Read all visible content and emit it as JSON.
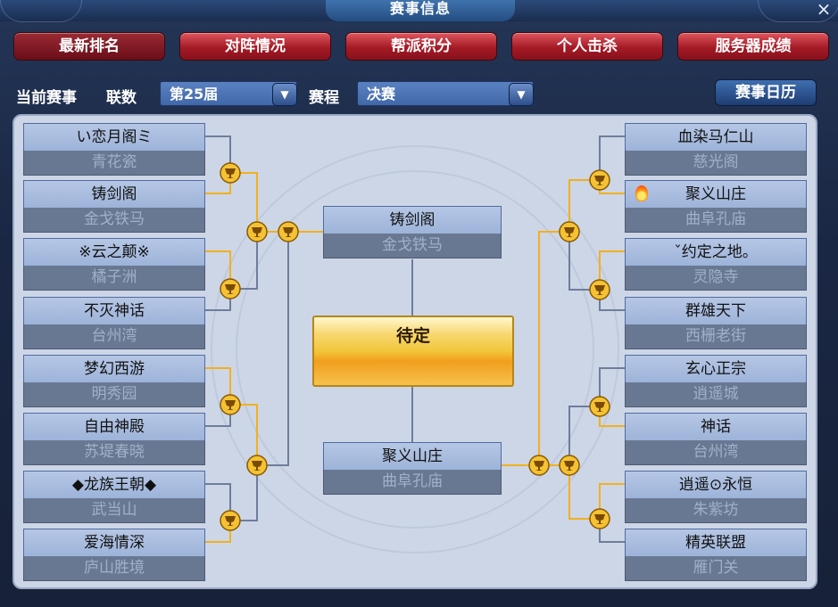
{
  "window": {
    "title": "赛事信息",
    "close_icon": "×"
  },
  "tabs": [
    {
      "label": "最新排名",
      "active": true
    },
    {
      "label": "对阵情况",
      "active": false
    },
    {
      "label": "帮派积分",
      "active": false
    },
    {
      "label": "个人击杀",
      "active": false
    },
    {
      "label": "服务器成绩",
      "active": false
    }
  ],
  "filters": {
    "current_label": "当前赛事",
    "league_label": "联数",
    "league_value": "第25届",
    "stage_label": "赛程",
    "stage_value": "决赛",
    "calendar_button": "赛事日历"
  },
  "bracket": {
    "left": [
      {
        "name": "い恋月阁ミ",
        "server": "青花瓷"
      },
      {
        "name": "铸剑阁",
        "server": "金戈铁马"
      },
      {
        "name": "※云之颠※",
        "server": "橘子洲"
      },
      {
        "name": "不灭神话",
        "server": "台州湾"
      },
      {
        "name": "梦幻西游",
        "server": "明秀园"
      },
      {
        "name": "自由神殿",
        "server": "苏堤春晓"
      },
      {
        "name": "◆龙族王朝◆",
        "server": "武当山"
      },
      {
        "name": "爱海情深",
        "server": "庐山胜境"
      }
    ],
    "right": [
      {
        "name": "血染马仁山",
        "server": "慈光阁"
      },
      {
        "name": "聚义山庄",
        "server": "曲阜孔庙",
        "icon": "fire-icon"
      },
      {
        "name": "ˇ约定之地。",
        "server": "灵隐寺"
      },
      {
        "name": "群雄天下",
        "server": "西栅老街"
      },
      {
        "name": "玄心正宗",
        "server": "逍遥城"
      },
      {
        "name": "神话",
        "server": "台州湾"
      },
      {
        "name": "逍遥⊙永恒",
        "server": "朱紫坊"
      },
      {
        "name": "精英联盟",
        "server": "雁门关"
      }
    ],
    "finalist_top": {
      "name": "铸剑阁",
      "server": "金戈铁马"
    },
    "finalist_bottom": {
      "name": "聚义山庄",
      "server": "曲阜孔庙"
    },
    "champion_label": "待定"
  },
  "colors": {
    "accent_tab": "#a41a25",
    "line_gold": "#f2b01e",
    "line_gray": "#6e7d9b",
    "panel": "#cdd6e7"
  }
}
